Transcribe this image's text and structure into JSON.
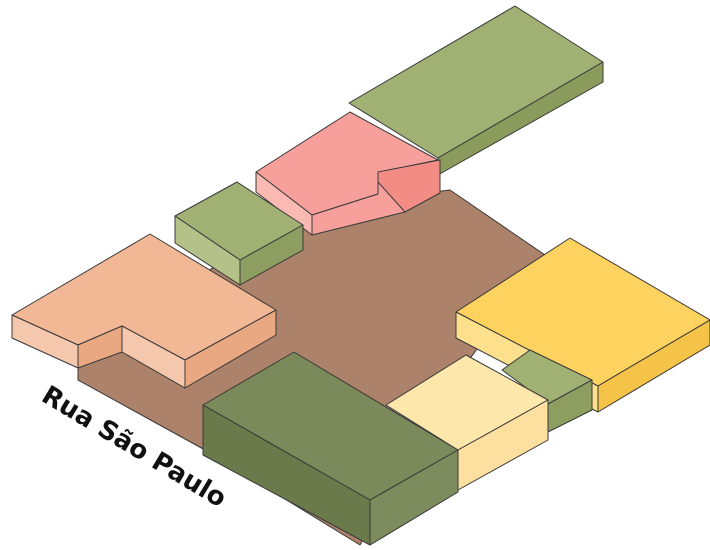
{
  "street": {
    "label": "Rua São Paulo"
  },
  "colors": {
    "courtyard": "#ac826a",
    "olive_green": "#a1b073",
    "dark_green": "#7b8a5a",
    "pink": "#f7a09b",
    "peach": "#f2b896",
    "yellow": "#fdd25e",
    "light_yellow": "#fde7ab",
    "outline": "#3a3a3a"
  },
  "blocks": [
    {
      "name": "long-green-block",
      "color": "olive_green"
    },
    {
      "name": "pink-l-block",
      "color": "pink"
    },
    {
      "name": "small-green-block",
      "color": "olive_green"
    },
    {
      "name": "peach-l-block",
      "color": "peach"
    },
    {
      "name": "yellow-block",
      "color": "yellow"
    },
    {
      "name": "small-green-block-east",
      "color": "olive_green"
    },
    {
      "name": "light-yellow-block",
      "color": "light_yellow"
    },
    {
      "name": "dark-green-block",
      "color": "dark_green"
    }
  ]
}
